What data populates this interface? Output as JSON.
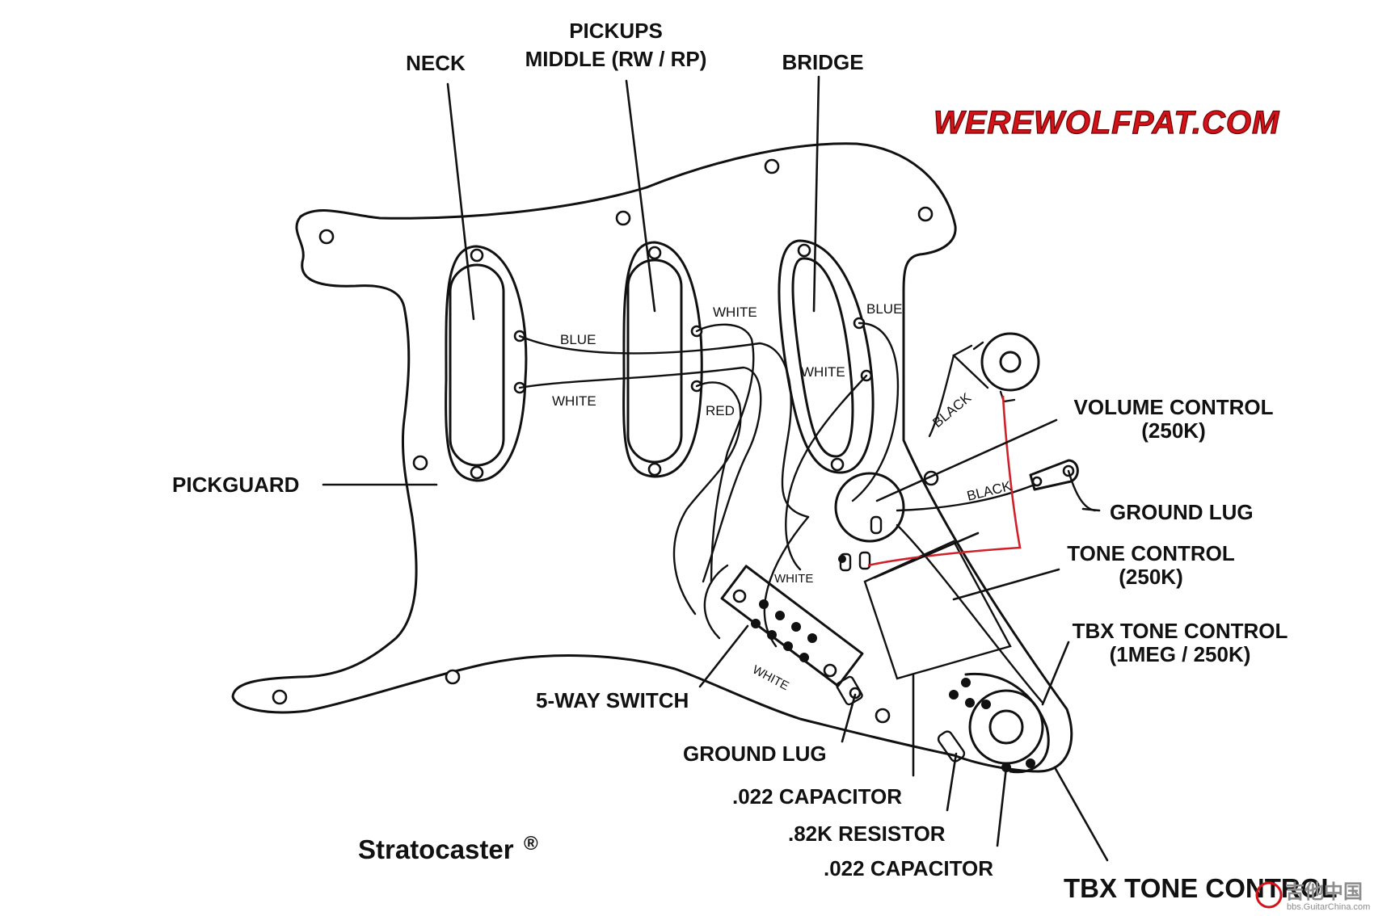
{
  "labels": {
    "pickups_title": "PICKUPS",
    "neck": "NECK",
    "middle": "MIDDLE (RW / RP)",
    "bridge": "BRIDGE",
    "pickguard": "PICKGUARD",
    "volume_control": "VOLUME CONTROL",
    "volume_value": "(250K)",
    "ground_lug_right": "GROUND LUG",
    "tone_control": "TONE CONTROL",
    "tone_value": "(250K)",
    "tbx_control": "TBX TONE CONTROL",
    "tbx_value": "(1MEG / 250K)",
    "five_way_switch": "5-WAY SWITCH",
    "ground_lug_bottom": "GROUND LUG",
    "capacitor_1": ".022 CAPACITOR",
    "resistor": ".82K RESISTOR",
    "capacitor_2": ".022 CAPACITOR",
    "tbx_bottom": "TBX TONE CONTROL",
    "model": "Stratocaster",
    "registered": "®"
  },
  "wire_labels": {
    "neck_blue": "BLUE",
    "neck_white": "WHITE",
    "middle_white": "WHITE",
    "middle_red": "RED",
    "bridge_blue": "BLUE",
    "bridge_white": "WHITE",
    "jack_black": "BLACK",
    "ground_black": "BLACK",
    "switch_white_top": "WHITE",
    "switch_white_bottom": "WHITE"
  },
  "brand": "WEREWOLFPAT.COM",
  "watermark": {
    "text": "吉他中国",
    "url": "bbs.GuitarChina.com"
  },
  "colors": {
    "line": "#111111",
    "brand_red": "#d4121a",
    "red_wire": "#d0202a",
    "watermark_gray": "#8c8c8c"
  }
}
